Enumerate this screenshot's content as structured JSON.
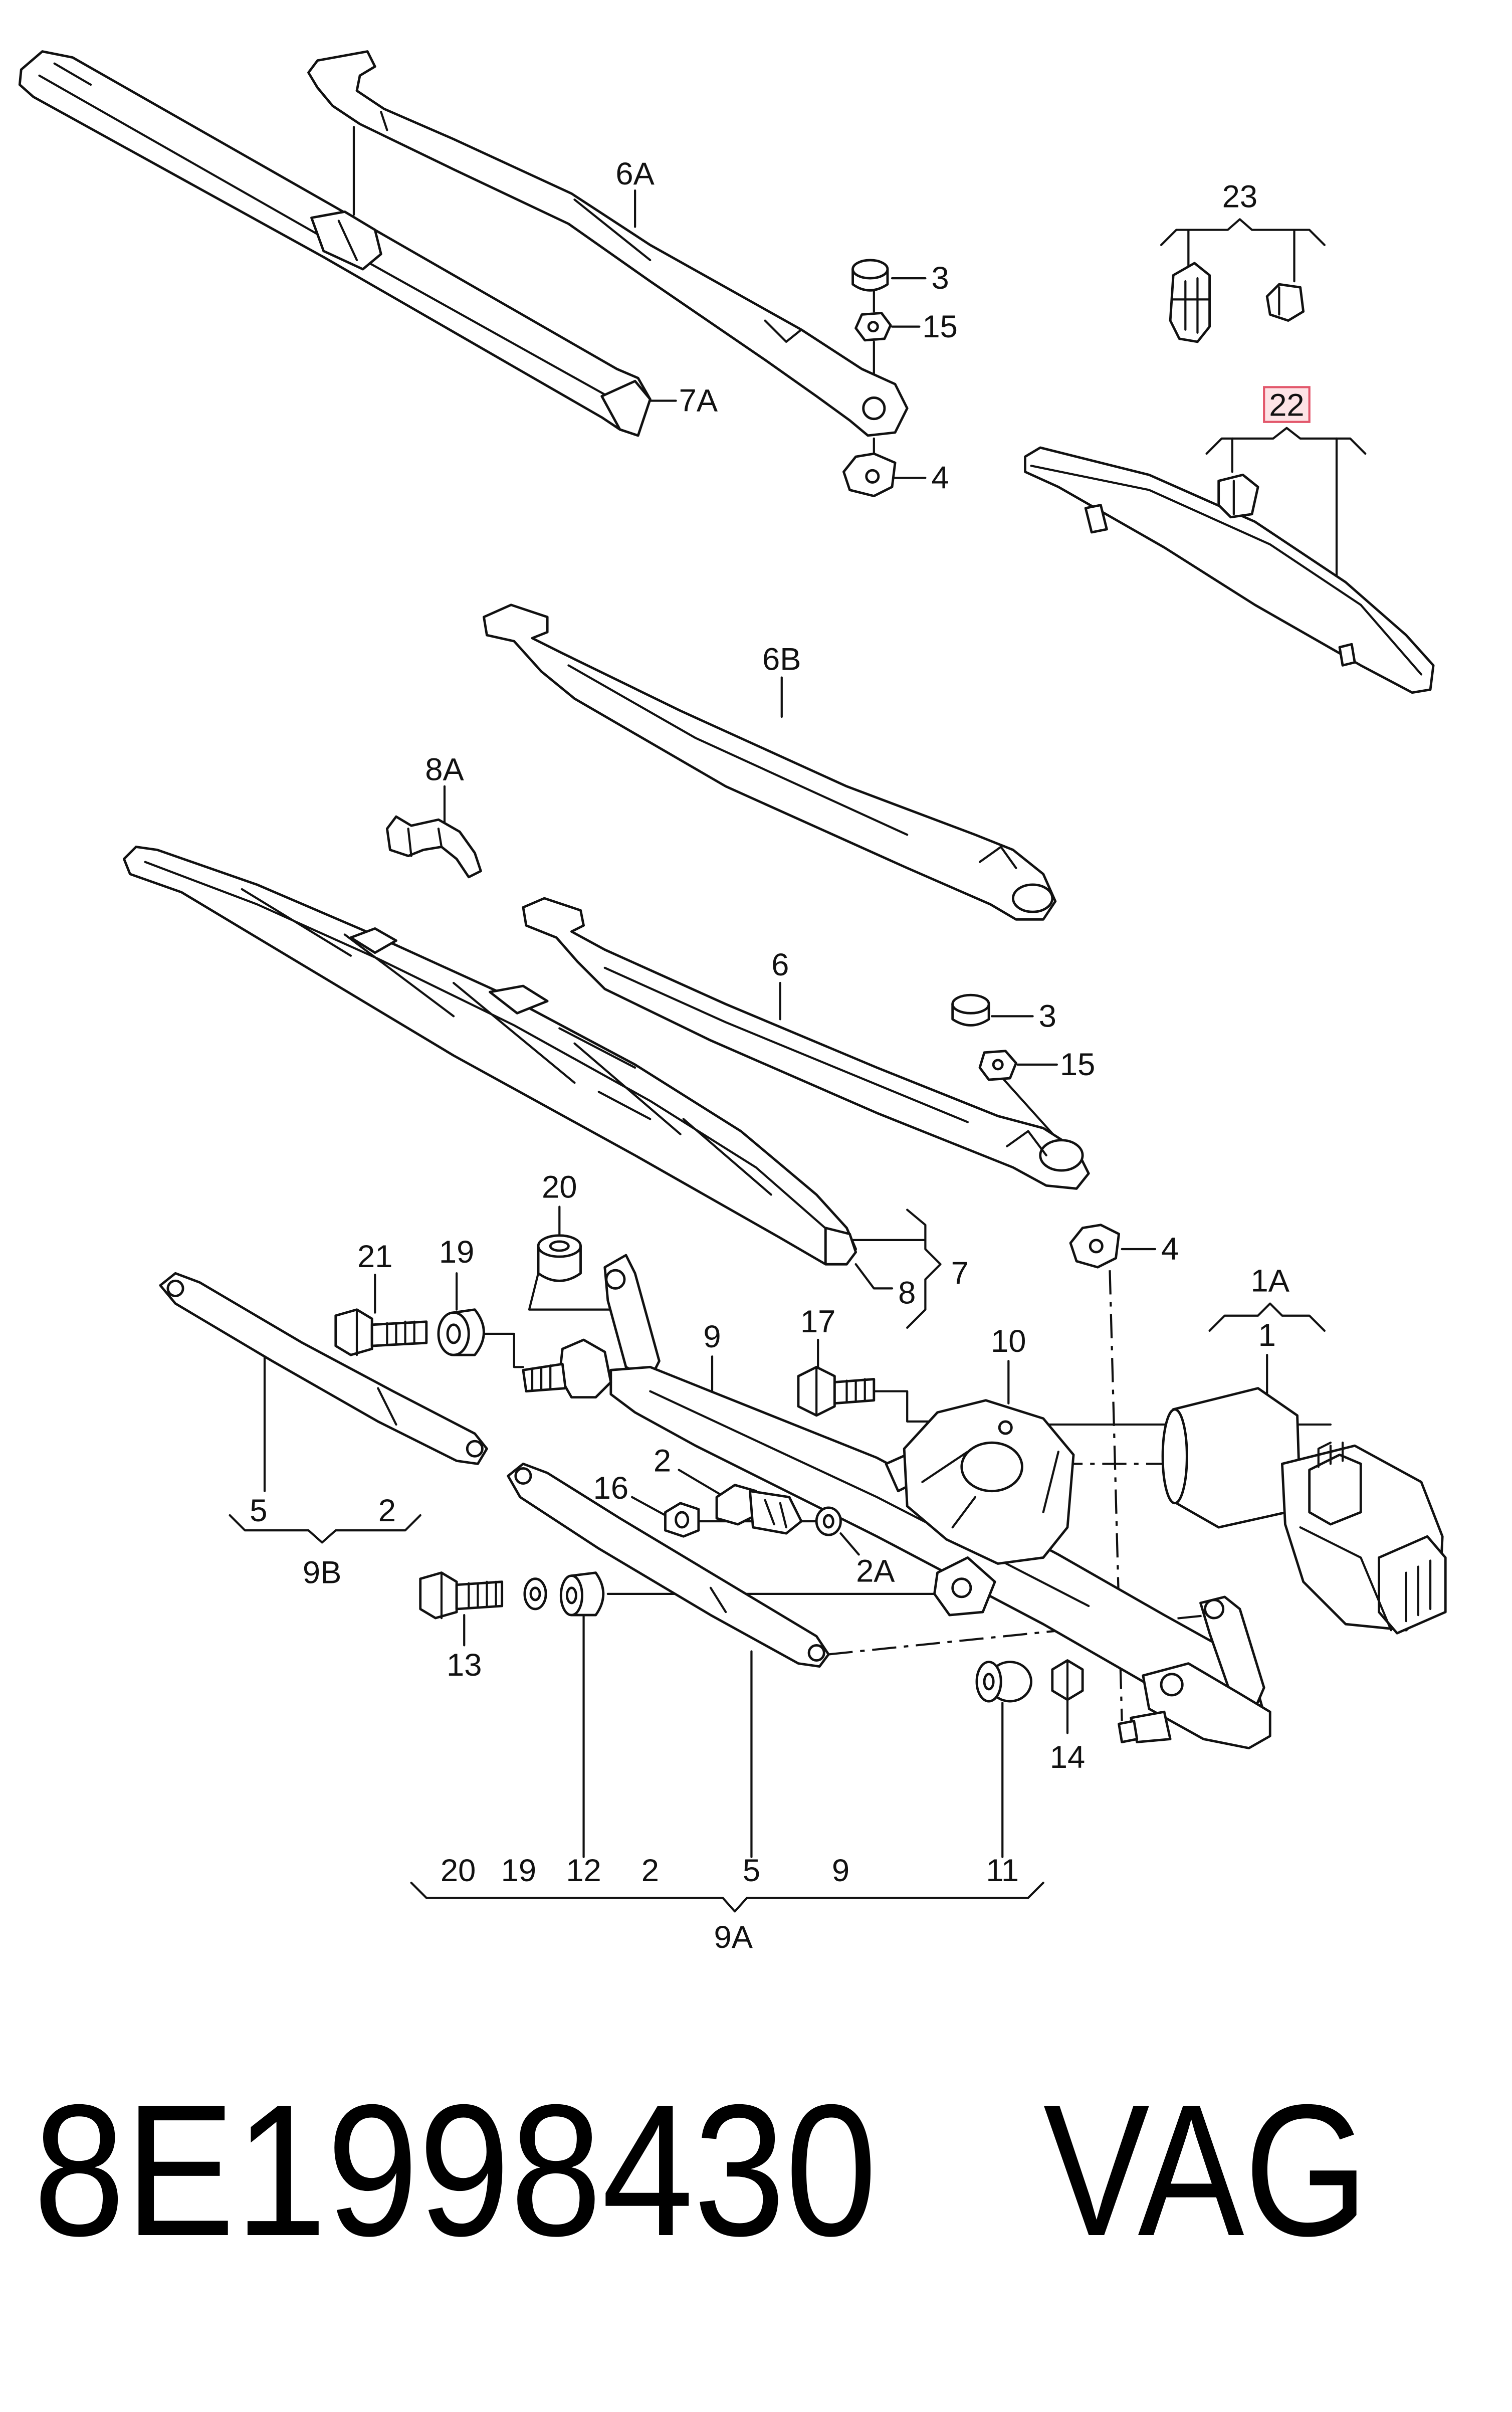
{
  "diagram": {
    "callouts": {
      "c6A": "6A",
      "c3_upper": "3",
      "c15_upper": "15",
      "c7A": "7A",
      "c4_upper": "4",
      "c23": "23",
      "c22": "22",
      "c6B": "6B",
      "c8A": "8A",
      "c6": "6",
      "c3_lower": "3",
      "c15_lower": "15",
      "c4_lower": "4",
      "c7": "7",
      "c8": "8",
      "c1A": "1A",
      "c1": "1",
      "c20": "20",
      "c21": "21",
      "c19": "19",
      "c9": "9",
      "c17": "17",
      "c10": "10",
      "c2": "2",
      "c16": "16",
      "c2A": "2A",
      "c13": "13",
      "c14": "14"
    },
    "group_9B": {
      "label": "9B",
      "members": [
        "5",
        "2"
      ]
    },
    "group_9A": {
      "label": "9A",
      "members": [
        "20",
        "19",
        "12",
        "2",
        "5",
        "9",
        "11"
      ]
    }
  },
  "footer": {
    "part_number": "8E1998430",
    "brand": "VAG"
  },
  "colors": {
    "highlight_fill": "#fde3e6",
    "highlight_border": "#e2576b",
    "highlight_text": "#d9414f"
  }
}
